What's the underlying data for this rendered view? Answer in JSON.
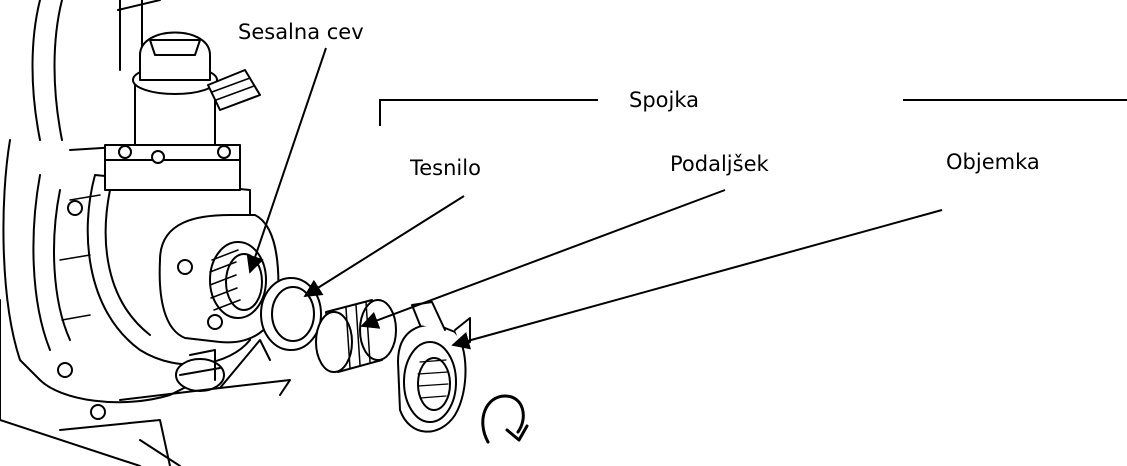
{
  "labels": {
    "suction_pipe": "Sesalna cev",
    "coupling": "Spojka",
    "seal": "Tesnilo",
    "extension": "Podaljšek",
    "clamp": "Objemka"
  },
  "colors": {
    "line": "#000000",
    "background": "#ffffff",
    "part_fill": "#ffffff"
  }
}
